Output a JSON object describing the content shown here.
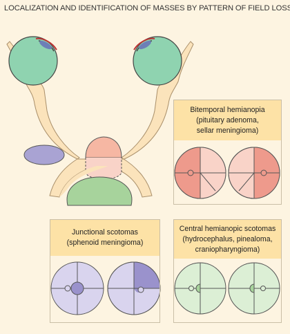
{
  "title": "LOCALIZATION AND IDENTIFICATION OF MASSES BY PATTERN OF FIELD LOSS",
  "panels": {
    "bitemporal": {
      "lines": [
        "Bitemporal hemianopia",
        "(pituitary adenoma,",
        "sellar meningioma)"
      ]
    },
    "junctional": {
      "lines": [
        "Junctional scotomas",
        "(sphenoid meningioma)"
      ]
    },
    "central": {
      "lines": [
        "Central hemianopic scotomas",
        "(hydrocephalus, pinealoma,",
        "craniopharyngioma)"
      ]
    }
  },
  "colors": {
    "background": "#fdf4e1",
    "label_fill": "#fde2a6",
    "nerve": "#fbe3bb",
    "eye": "#8fd3b0",
    "pituitary_mass": "#f6b7a3",
    "sphenoid_mass": "#a9a3d3",
    "third_ventricle_mass": "#a7d39c",
    "bitemporal_dark": "#ee9a8c",
    "bitemporal_light": "#f9d3c8",
    "junctional_fill": "#d9d4ee",
    "junctional_dark": "#9a92cc",
    "central_fill": "#dcefd5"
  }
}
